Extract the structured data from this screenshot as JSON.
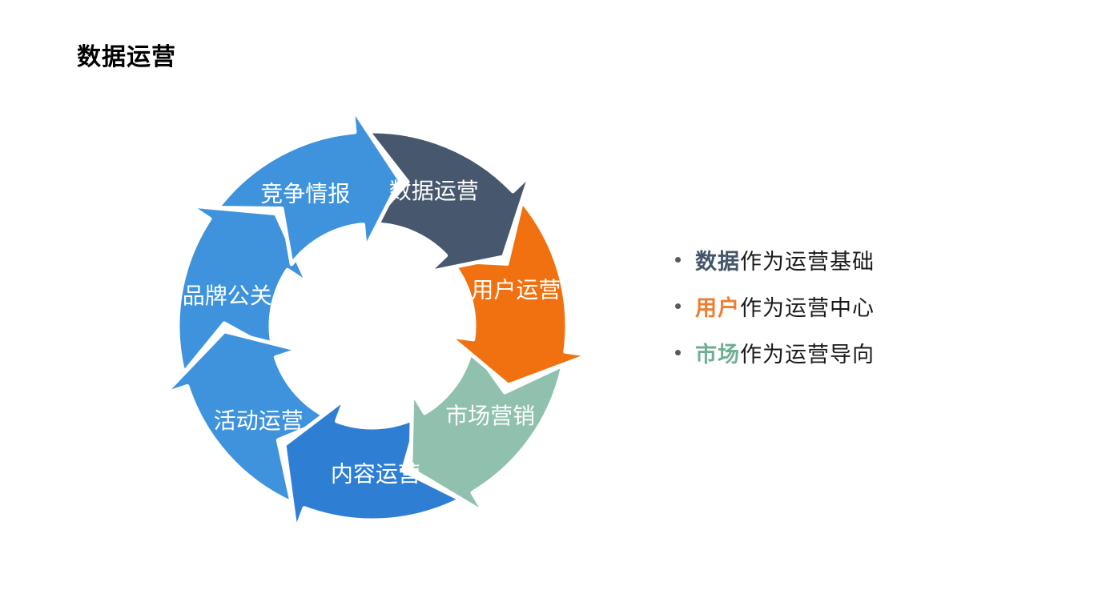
{
  "page": {
    "background": "#ffffff"
  },
  "title": "数据运营",
  "diagram": {
    "type": "cycle-arrows",
    "label_color": "#ffffff",
    "segments": [
      {
        "label": "数据运营",
        "color": "#47586E"
      },
      {
        "label": "用户运营",
        "color": "#F1700F"
      },
      {
        "label": "市场营销",
        "color": "#8FC1AE"
      },
      {
        "label": "内容运营",
        "color": "#2E7FD4"
      },
      {
        "label": "活动运营",
        "color": "#3E93DC"
      },
      {
        "label": "品牌公关",
        "color": "#3E93DC"
      },
      {
        "label": "竞争情报",
        "color": "#3E93DC"
      }
    ]
  },
  "bullets": {
    "dot_color": "#595959",
    "items": [
      {
        "keyword": "数据",
        "text": "作为运营基础",
        "color": "#44546A"
      },
      {
        "keyword": "用户",
        "text": "作为运营中心",
        "color": "#ED7D31"
      },
      {
        "keyword": "市场",
        "text": "作为运营导向",
        "color": "#6FAE93"
      }
    ]
  }
}
